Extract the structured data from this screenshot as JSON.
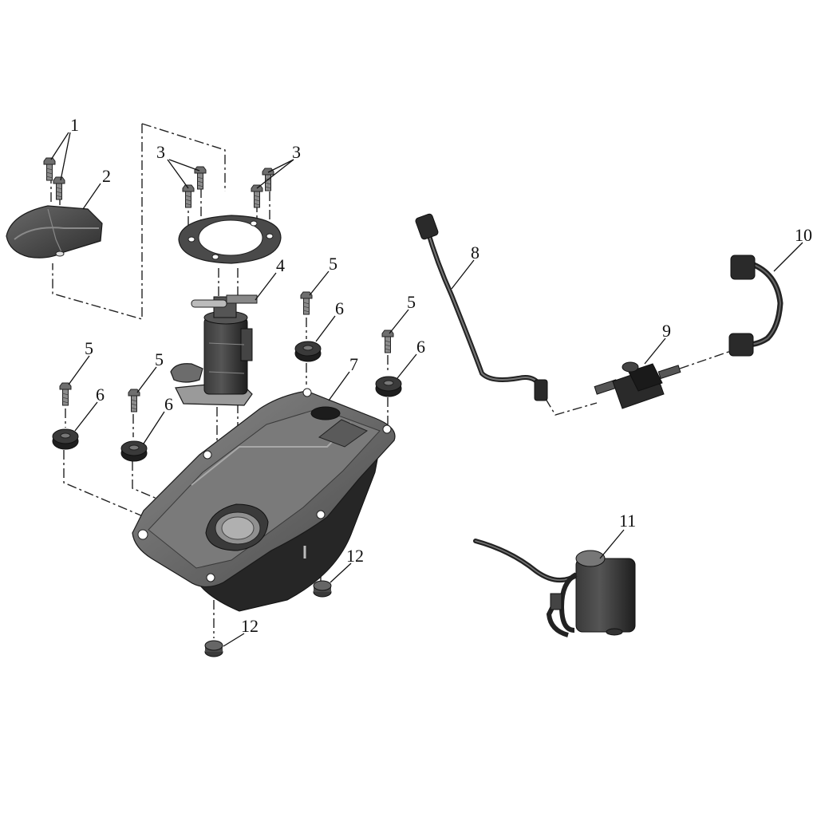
{
  "diagram": {
    "callouts": [
      {
        "id": "c1",
        "text": "1"
      },
      {
        "id": "c2",
        "text": "2"
      },
      {
        "id": "c3a",
        "text": "3"
      },
      {
        "id": "c3b",
        "text": "3"
      },
      {
        "id": "c4",
        "text": "4"
      },
      {
        "id": "c5a",
        "text": "5"
      },
      {
        "id": "c5b",
        "text": "5"
      },
      {
        "id": "c5c",
        "text": "5"
      },
      {
        "id": "c5d",
        "text": "5"
      },
      {
        "id": "c6a",
        "text": "6"
      },
      {
        "id": "c6b",
        "text": "6"
      },
      {
        "id": "c6c",
        "text": "6"
      },
      {
        "id": "c6d",
        "text": "6"
      },
      {
        "id": "c7",
        "text": "7"
      },
      {
        "id": "c8",
        "text": "8"
      },
      {
        "id": "c9",
        "text": "9"
      },
      {
        "id": "c10",
        "text": "10"
      },
      {
        "id": "c11",
        "text": "11"
      },
      {
        "id": "c12a",
        "text": "12"
      },
      {
        "id": "c12b",
        "text": "12"
      }
    ],
    "parts": [
      {
        "id": "bolt-1",
        "icon": "flange-bolt-icon"
      },
      {
        "id": "cover-plate-2",
        "icon": "cover-plate-icon"
      },
      {
        "id": "bolt-3",
        "icon": "flange-bolt-icon"
      },
      {
        "id": "fuel-pump-4",
        "icon": "fuel-pump-icon"
      },
      {
        "id": "bolt-5",
        "icon": "flange-bolt-icon"
      },
      {
        "id": "grommet-6",
        "icon": "rubber-grommet-icon"
      },
      {
        "id": "fuel-tank-7",
        "icon": "fuel-tank-icon"
      },
      {
        "id": "fuel-line-8",
        "icon": "fuel-hose-icon"
      },
      {
        "id": "fuel-filter-9",
        "icon": "fuel-filter-icon"
      },
      {
        "id": "fuel-line-10",
        "icon": "fuel-hose-icon"
      },
      {
        "id": "canister-11",
        "icon": "evap-canister-icon"
      },
      {
        "id": "rubber-foot-12",
        "icon": "rubber-pad-icon"
      }
    ],
    "colors": {
      "metal": "#6b6b6b",
      "dark": "#2a2a2a",
      "light": "#9a9a9a",
      "line": "#111111"
    }
  }
}
